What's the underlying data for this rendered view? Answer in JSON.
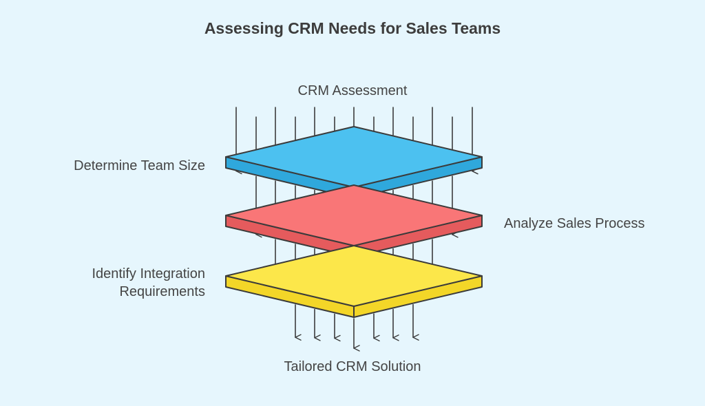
{
  "title": "Assessing CRM Needs for Sales Teams",
  "input_label": "CRM Assessment",
  "output_label": "Tailored CRM Solution",
  "layers": [
    {
      "label": "Determine Team Size",
      "side": "left",
      "top_color": "#4cc1f0",
      "side_color": "#2fa8dc"
    },
    {
      "label": "Analyze Sales Process",
      "side": "right",
      "top_color": "#f97677",
      "side_color": "#e55b5d"
    },
    {
      "label": "Identify Integration\nRequirements",
      "side": "left",
      "top_color": "#fce74a",
      "side_color": "#f3d628"
    }
  ]
}
